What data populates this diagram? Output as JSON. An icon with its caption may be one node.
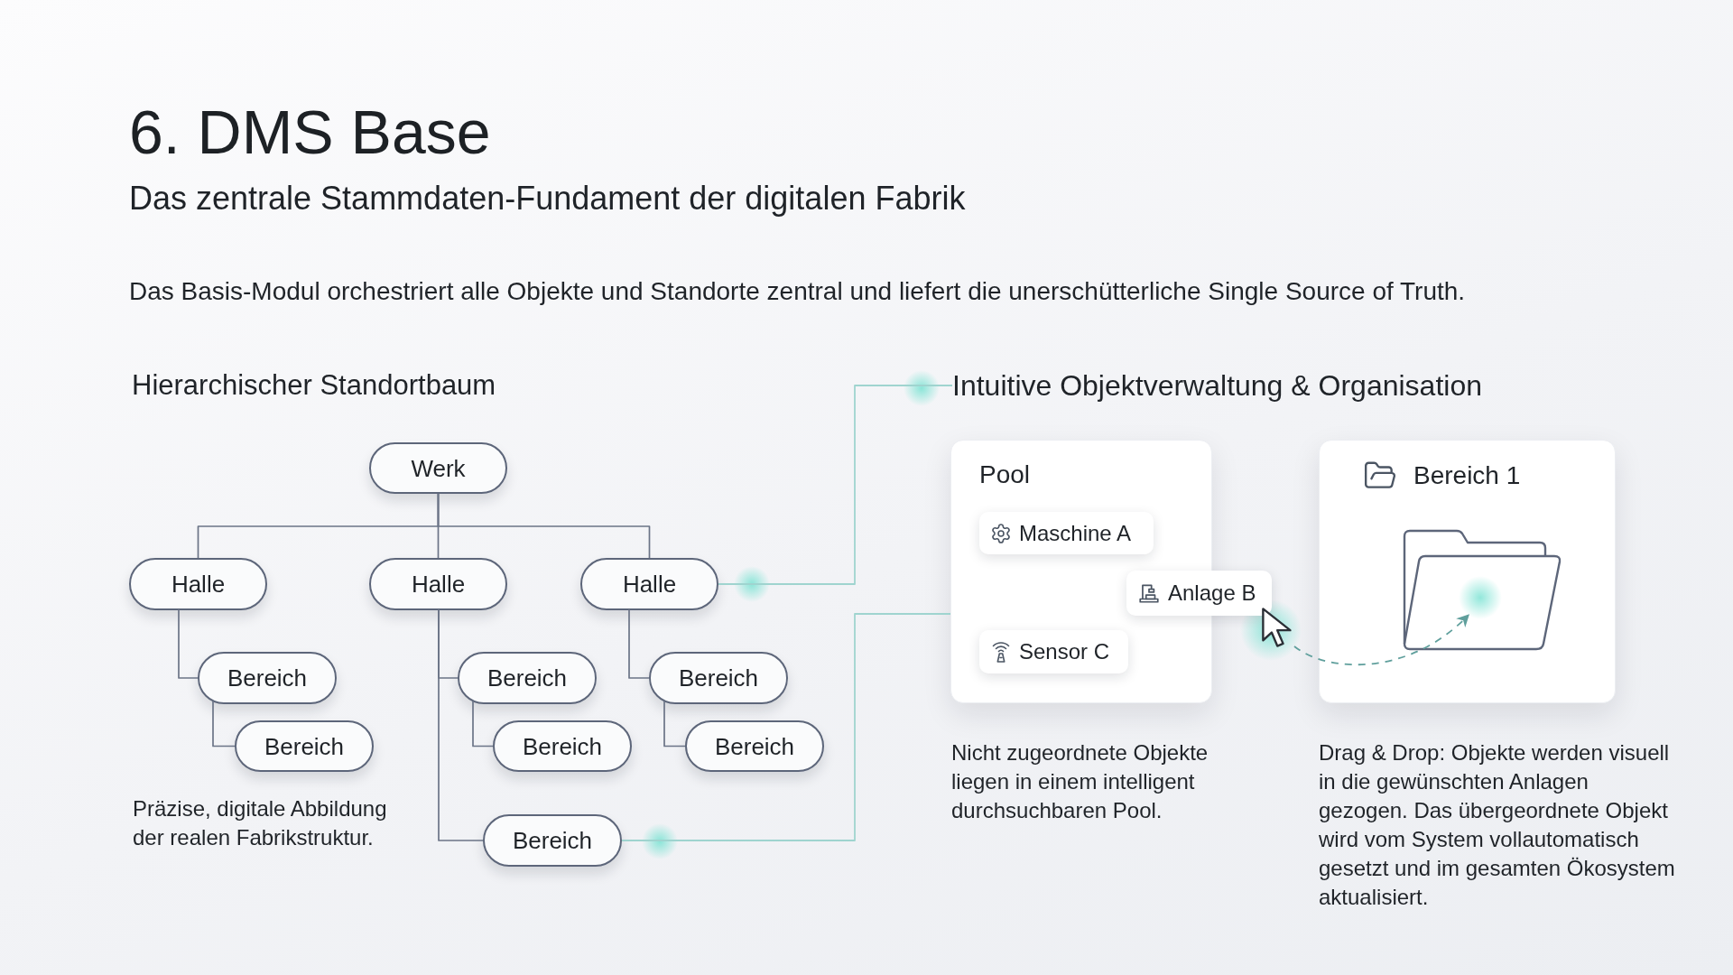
{
  "diagram": {
    "title": "6. DMS Base",
    "nodes": [
      {
        "text": [
          "Werk"
        ]
      },
      {
        "text": [
          "Halle"
        ]
      },
      {
        "text": [
          "Halle"
        ]
      },
      {
        "text": [
          "Halle"
        ]
      },
      {
        "text": [
          "Bereich"
        ]
      },
      {
        "text": [
          "Bereich"
        ]
      },
      {
        "text": [
          "Bereich"
        ]
      },
      {
        "text": [
          "Bereich"
        ]
      },
      {
        "text": [
          "Bereich"
        ]
      },
      {
        "text": [
          "Bereich"
        ]
      },
      {
        "text": [
          "Bereich"
        ]
      },
      {
        "text": [
          "Intuitive Objektverwaltung & Organisation"
        ]
      },
      {
        "text": [
          "Pool"
        ],
        "beside": [
          "Nicht zugeordnete Objekte liegen in einem intelligent durchsuchbaren Pool."
        ]
      },
      {
        "text": [
          "Maschine A"
        ],
        "in": 12
      },
      {
        "text": [
          "Anlage B"
        ]
      },
      {
        "text": [
          "Sensor C"
        ],
        "in": 12
      },
      {
        "text": [],
        "shape": "picture"
      },
      {
        "text": [
          "Bereich 1"
        ],
        "beside": [
          "Drag & Drop: Objekte werden visuell in die gewünschten Anlagen gezogen. Das übergeordnete Objekt wird vom System vollautomatisch gesetzt und im gesamten Ökosystem aktualisiert."
        ]
      },
      {
        "text": [],
        "shape": "picture",
        "in": 17
      }
    ],
    "edges": [
      {
        "from": 0,
        "to": 1,
        "arrow": "none"
      },
      {
        "from": 0,
        "to": 2,
        "arrow": "none"
      },
      {
        "from": 0,
        "to": 3,
        "arrow": "none"
      },
      {
        "from": 1,
        "to": 4,
        "arrow": "none"
      },
      {
        "from": 4,
        "to": 7,
        "arrow": "none"
      },
      {
        "from": 2,
        "to": 5,
        "arrow": "none"
      },
      {
        "from": 5,
        "to": 8,
        "arrow": "none"
      },
      {
        "from": 2,
        "to": 10,
        "arrow": "none"
      },
      {
        "from": 3,
        "to": 6,
        "arrow": "none"
      },
      {
        "from": 6,
        "to": 9,
        "arrow": "none"
      },
      {
        "from": 3,
        "to": 11,
        "arrow": "none",
        "color": "#9fd4cf"
      },
      {
        "from": 10,
        "to": 12,
        "arrow": "none",
        "color": "#9fd4cf"
      },
      {
        "from": 16,
        "to": 18,
        "arrow": "to",
        "style": "dashed",
        "color": "#5f9f9c"
      }
    ],
    "labels": [
      "Das zentrale Stammdaten-Fundament der digitalen Fabrik",
      "Das Basis-Modul orchestriert alle Objekte und Standorte zentral und liefert die unerschütterliche Single Source of Truth.",
      "Hierarchischer Standortbaum",
      "Präzise, digitale Abbildung der realen Fabrikstruktur."
    ]
  }
}
